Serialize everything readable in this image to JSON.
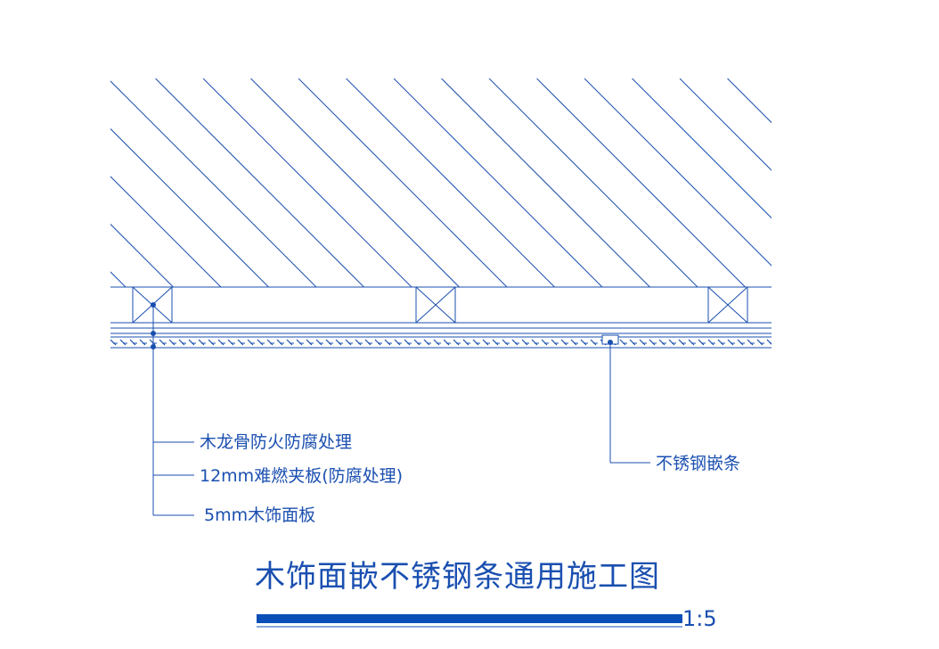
{
  "drawing": {
    "callouts": {
      "keel": "木龙骨防火防腐处理",
      "plywood": "12mm难燃夹板(防腐处理)",
      "veneer": "5mm木饰面板",
      "strip": "不锈钢嵌条"
    },
    "title": "木饰面嵌不锈钢条通用施工图",
    "scale": "1:5"
  },
  "colors": {
    "line": "#1a4fb0",
    "title_bar": "#0a4fb8",
    "background": "#ffffff"
  }
}
